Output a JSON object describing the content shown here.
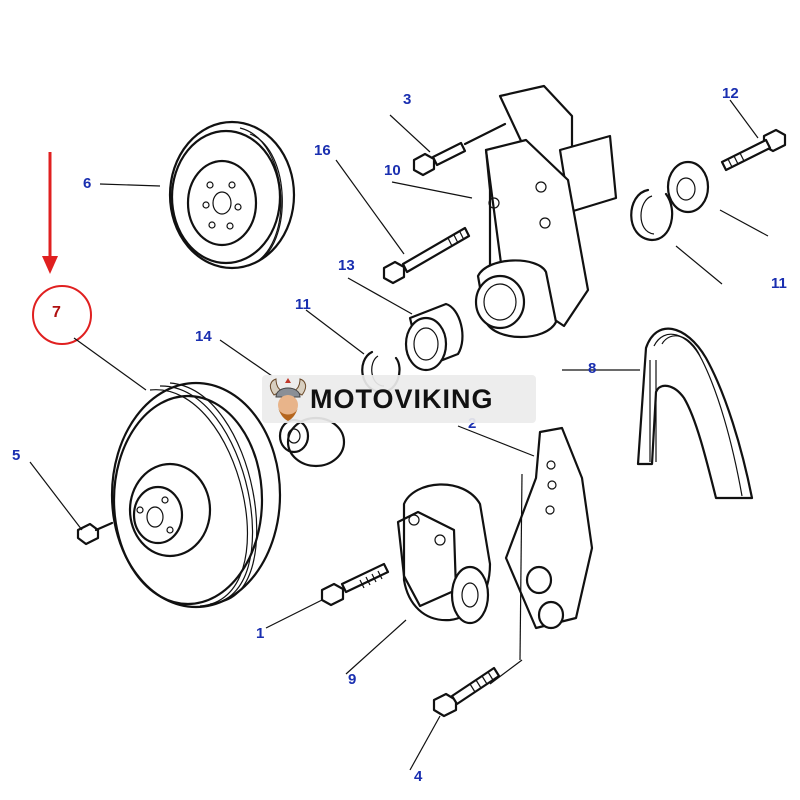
{
  "callouts": {
    "n1": "1",
    "n2": "2",
    "n3": "3",
    "n4": "4",
    "n5": "5",
    "n6": "6",
    "n7": "7",
    "n8": "8",
    "n9": "9",
    "n10": "10",
    "n11a": "11",
    "n11b": "11",
    "n12": "12",
    "n13": "13",
    "n14": "14",
    "n16": "16"
  },
  "watermark": {
    "text": "MOTOVIKING",
    "logo_icon": "viking-head-icon"
  },
  "colors": {
    "callout": "#1a2fb0",
    "highlight": "#e02020",
    "arrow": "#e02020",
    "line": "#111111"
  }
}
